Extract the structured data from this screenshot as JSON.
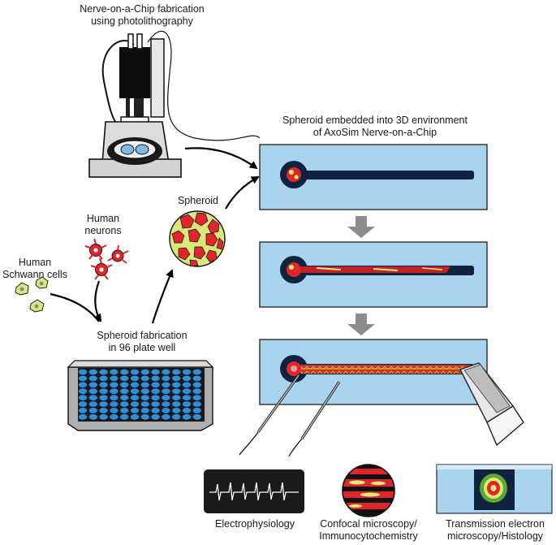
{
  "labels": {
    "photolithography": [
      "Nerve-on-a-Chip fabrication",
      "using photolithography"
    ],
    "embedded": [
      "Spheroid embedded into 3D environment",
      "of AxoSim Nerve-on-a-Chip"
    ],
    "spheroid": "Spheroid",
    "neurons": [
      "Human",
      "neurons"
    ],
    "schwann": [
      "Human",
      "Schwann cells"
    ],
    "spheroid_fab": [
      "Spheroid fabrication",
      "in 96 plate well"
    ],
    "ephys": "Electrophysiology",
    "confocal": [
      "Confocal microscopy/",
      "Immunocytochemistry"
    ],
    "tem": [
      "Transmission electron",
      "microscopy/Histology"
    ]
  },
  "colors": {
    "chip_blue": "#a8d4f0",
    "channel_dark": "#0d2340",
    "neuron_red": "#e0262b",
    "schwann_green": "#d8e87a",
    "well_blue": "#2f8fd8",
    "arrow_gray": "#8c8c8c"
  },
  "icons": [
    "microscope-icon",
    "well-plate-icon",
    "spheroid-icon",
    "electrode-icon",
    "forceps-icon",
    "neuron-cell-icon",
    "schwann-cell-icon"
  ]
}
